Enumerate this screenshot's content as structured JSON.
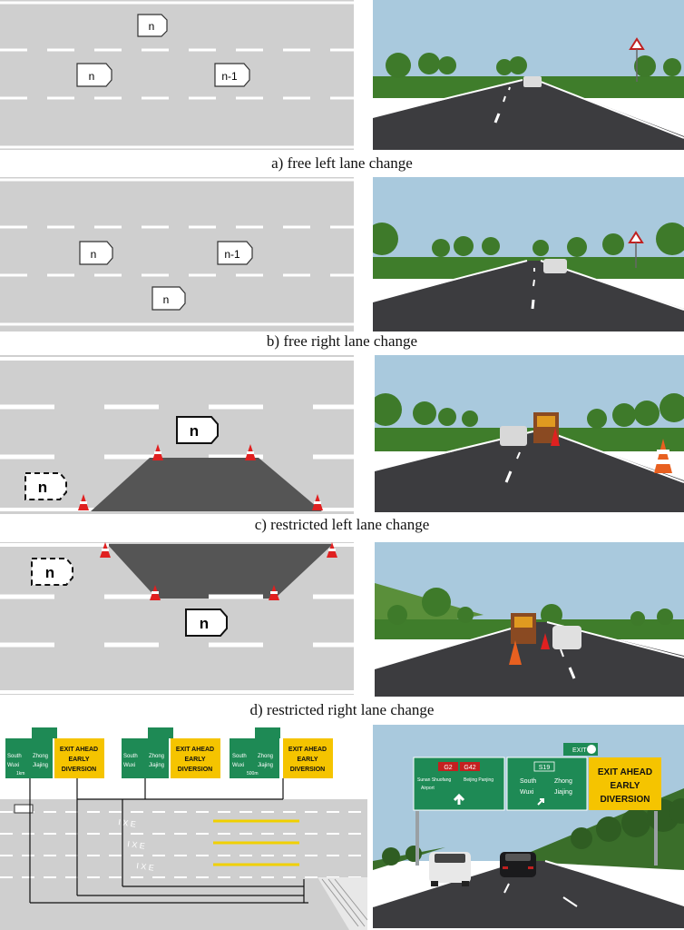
{
  "figure": {
    "captions": {
      "a": "a) free left lane change",
      "b": "b) free right lane change",
      "c": "c) restricted left lane change",
      "d": "d) restricted right lane change"
    },
    "vehicle_labels": {
      "subject": "n",
      "leader": "n-1"
    },
    "signs": {
      "exit_ahead_line1": "EXIT AHEAD",
      "exit_ahead_line2": "EARLY",
      "exit_ahead_line3": "DIVERSION",
      "dest_left_line1": "Sunan Shuofang",
      "dest_left_line2": "Airport",
      "dest_left_extra": "Beijing Panjing",
      "dest_right_line1": "South",
      "dest_right_line2": "Zhong",
      "dest_right_line3": "Wuxi",
      "dest_right_line4": "Jiajing",
      "route_a": "G2",
      "route_b": "G42",
      "route_c": "S19",
      "exit_tab": "EXIT",
      "small_south": "South",
      "small_zhong": "Zhong",
      "small_wuxi": "Wuxi",
      "small_jiajing": "Jiajing",
      "small_dist_a": "1km",
      "small_dist_b": "500m"
    },
    "road_markings": {
      "pavement_text": "I  X  E"
    },
    "colors": {
      "road_diagram": "#cfcfcf",
      "work_zone": "#555555",
      "sign_green": "#1e8a55",
      "sign_yellow": "#f5c400",
      "sky": "#a9c9dd",
      "grass": "#3f7d2b",
      "asphalt": "#3c3c3f"
    }
  }
}
